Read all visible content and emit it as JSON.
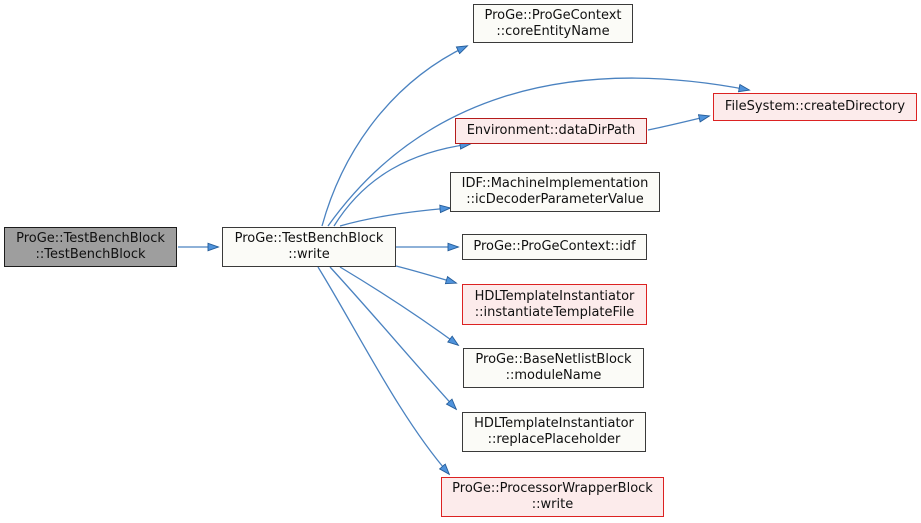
{
  "diagram": {
    "title": "call graph",
    "background_color": "#ffffff",
    "colors": {
      "edge": "#4a82c0",
      "arrowhead_fill": "#4f93dc",
      "arrowhead_stroke": "#265d99",
      "node_fill": "#fbfbf7",
      "node_border": "#3a3a3a",
      "current_node_fill": "#9e9e9e",
      "truncated_node_fill": "#fcebeb",
      "truncated_node_border": "#dc2222",
      "truncated_node_border_dark": "#b51c1c",
      "text": "#101010"
    },
    "nodes": [
      {
        "id": "ctor",
        "label": "ProGe::TestBenchBlock\n::TestBenchBlock",
        "kind": "current"
      },
      {
        "id": "write",
        "label": "ProGe::TestBenchBlock\n::write",
        "kind": "normal"
      },
      {
        "id": "core",
        "label": "ProGe::ProGeContext\n::coreEntityName",
        "kind": "normal"
      },
      {
        "id": "createdir",
        "label": "FileSystem::createDirectory",
        "kind": "truncated"
      },
      {
        "id": "datadir",
        "label": "Environment::dataDirPath",
        "kind": "truncated-dark"
      },
      {
        "id": "icdec",
        "label": "IDF::MachineImplementation\n::icDecoderParameterValue",
        "kind": "normal"
      },
      {
        "id": "idf",
        "label": "ProGe::ProGeContext::idf",
        "kind": "normal"
      },
      {
        "id": "inst",
        "label": "HDLTemplateInstantiator\n::instantiateTemplateFile",
        "kind": "truncated"
      },
      {
        "id": "module",
        "label": "ProGe::BaseNetlistBlock\n::moduleName",
        "kind": "normal"
      },
      {
        "id": "replace",
        "label": "HDLTemplateInstantiator\n::replacePlaceholder",
        "kind": "normal"
      },
      {
        "id": "pwbwrite",
        "label": "ProGe::ProcessorWrapperBlock\n::write",
        "kind": "truncated"
      }
    ],
    "edges": [
      {
        "from": "ProGe::TestBenchBlock::TestBenchBlock",
        "to": "ProGe::TestBenchBlock::write"
      },
      {
        "from": "ProGe::TestBenchBlock::write",
        "to": "ProGe::ProGeContext::coreEntityName"
      },
      {
        "from": "ProGe::TestBenchBlock::write",
        "to": "FileSystem::createDirectory"
      },
      {
        "from": "ProGe::TestBenchBlock::write",
        "to": "Environment::dataDirPath"
      },
      {
        "from": "ProGe::TestBenchBlock::write",
        "to": "IDF::MachineImplementation::icDecoderParameterValue"
      },
      {
        "from": "ProGe::TestBenchBlock::write",
        "to": "ProGe::ProGeContext::idf"
      },
      {
        "from": "ProGe::TestBenchBlock::write",
        "to": "HDLTemplateInstantiator::instantiateTemplateFile"
      },
      {
        "from": "ProGe::TestBenchBlock::write",
        "to": "ProGe::BaseNetlistBlock::moduleName"
      },
      {
        "from": "ProGe::TestBenchBlock::write",
        "to": "HDLTemplateInstantiator::replacePlaceholder"
      },
      {
        "from": "ProGe::TestBenchBlock::write",
        "to": "ProGe::ProcessorWrapperBlock::write"
      },
      {
        "from": "Environment::dataDirPath",
        "to": "FileSystem::createDirectory"
      }
    ]
  }
}
